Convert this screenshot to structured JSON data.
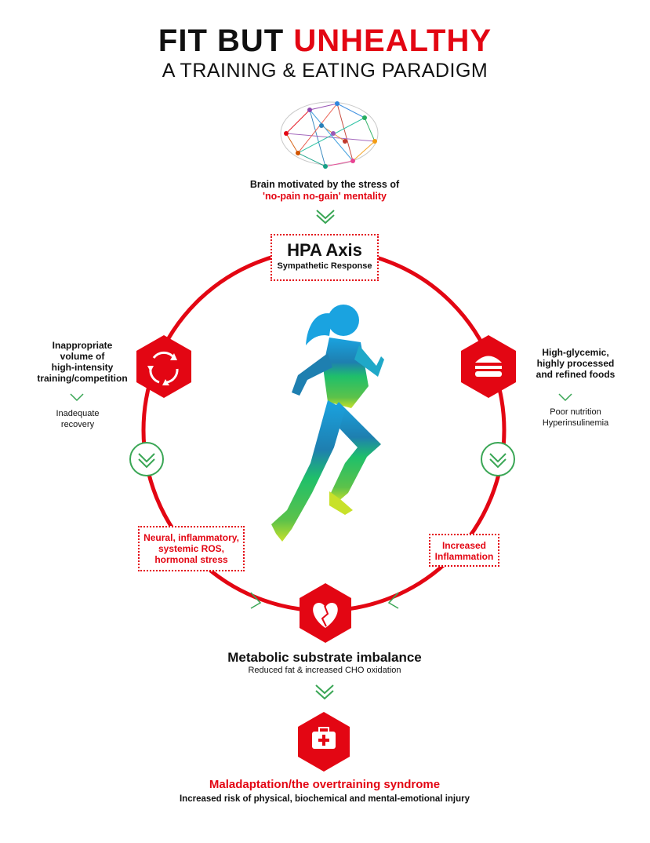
{
  "title": {
    "part1": "FIT BUT",
    "part2": "UNHEALTHY"
  },
  "subtitle": "A TRAINING & EATING PARADIGM",
  "brain": {
    "line1": "Brain motivated by the stress of",
    "line2": "'no-pain no-gain' mentality"
  },
  "hpa": {
    "title": "HPA Axis",
    "sub": "Sympathetic Response"
  },
  "left": {
    "heading": [
      "Inappropriate",
      "volume of",
      "high-intensity",
      "training/competition"
    ],
    "note": [
      "Inadequate",
      "recovery"
    ],
    "box": [
      "Neural, inflammatory,",
      "systemic ROS,",
      "hormonal stress"
    ]
  },
  "right": {
    "heading": [
      "High-glycemic,",
      "highly processed",
      "and refined foods"
    ],
    "note": [
      "Poor nutrition",
      "Hyperinsulinemia"
    ],
    "box": [
      "Increased",
      "Inflammation"
    ]
  },
  "metabolic": {
    "title": "Metabolic substrate imbalance",
    "sub": "Reduced fat & increased CHO oxidation"
  },
  "outcome": {
    "title": "Maladaptation/the overtraining syndrome",
    "sub": "Increased risk of physical, biochemical and mental-emotional injury"
  },
  "colors": {
    "red": "#e30613",
    "green": "#3aa655",
    "dark": "#111111"
  },
  "icons": [
    "brain-network-icon",
    "cycle-arrows-icon",
    "burger-icon",
    "broken-heart-icon",
    "first-aid-kit-icon",
    "runner-figure"
  ]
}
